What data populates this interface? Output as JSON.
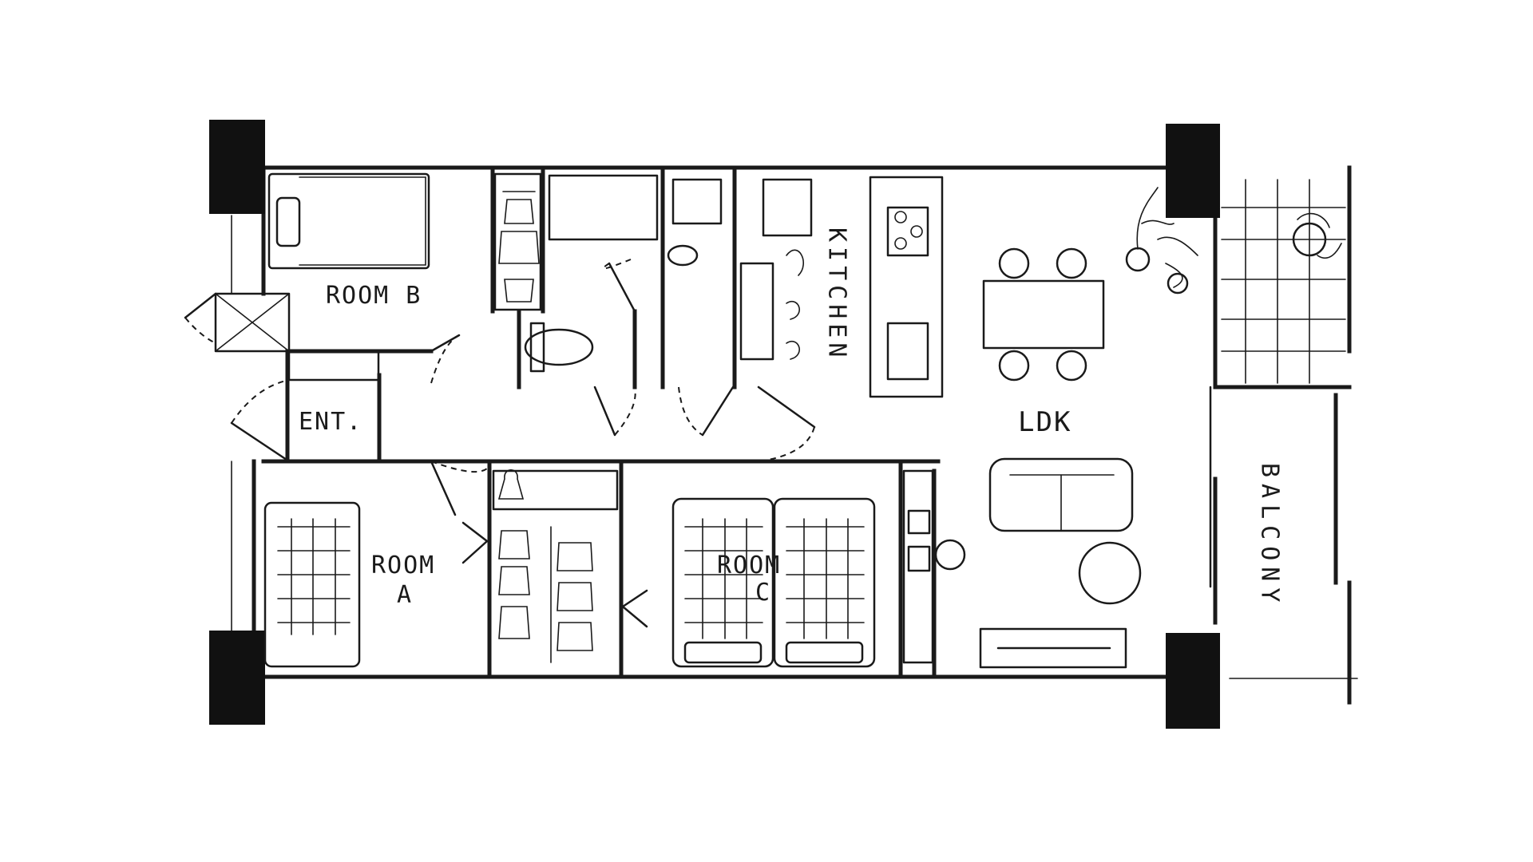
{
  "colors": {
    "ink": "#1a1a1a",
    "column": "#111111",
    "paper": "#ffffff"
  },
  "rooms": {
    "room_b": "ROOM B",
    "room_a_line1": "ROOM",
    "room_a_line2": "A",
    "room_c_line1": "ROOM",
    "room_c_line2": "C",
    "entrance": "ENT.",
    "kitchen": "KITCHEN",
    "ldk": "LDK",
    "balcony": "BALCONY"
  }
}
